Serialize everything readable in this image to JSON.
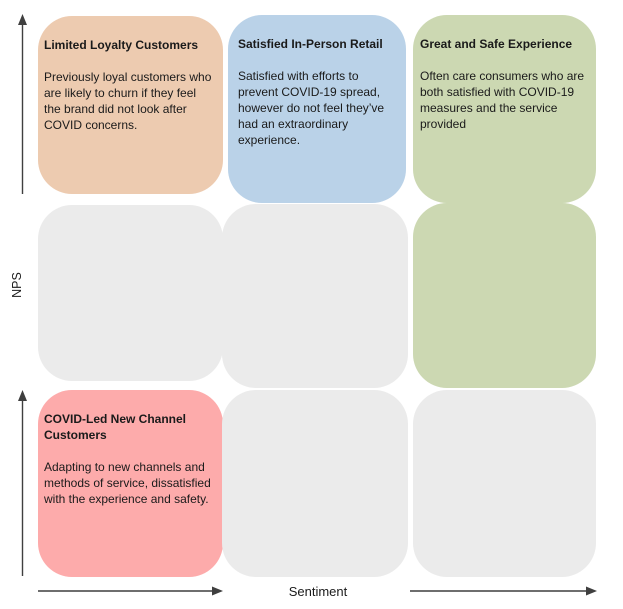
{
  "axes": {
    "y_label": "NPS",
    "x_label": "Sentiment"
  },
  "quadrants": {
    "top_left": {
      "title": "Limited Loyalty Customers",
      "body": "Previously loyal customers who are likely to churn if they feel the brand did not look after COVID concerns."
    },
    "top_center": {
      "title": "Satisfied In-Person Retail",
      "body": "Satisfied with efforts to prevent COVID-19 spread, however do not feel they’ve had an extraordinary experience."
    },
    "top_right": {
      "title": "Great and Safe Experience",
      "body": "Often care consumers who are both satisfied with COVID-19 measures and the service provided"
    },
    "bottom_left": {
      "title": "COVID-Led New Channel Customers",
      "body": "Adapting to new channels and methods of service, dissatisfied with the experience and safety."
    }
  },
  "colors": {
    "top_left_fill": "#edcbb0",
    "top_center_fill": "#bad2e8",
    "top_right_fill": "#ccd8b2",
    "bottom_left_fill": "#fdabab",
    "empty_cell_fill": "#ebebeb",
    "text": "#1a1a1a",
    "arrow": "#3f3f3f"
  }
}
